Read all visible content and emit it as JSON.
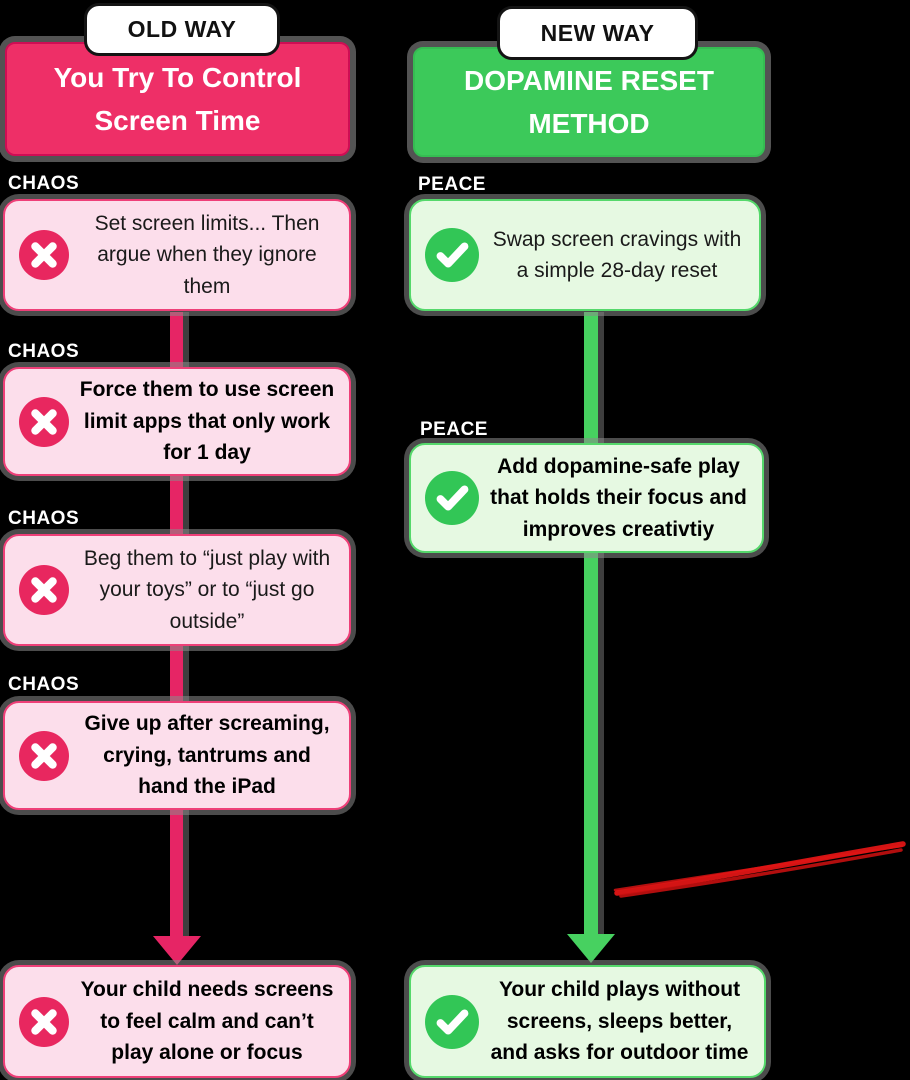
{
  "old_way": {
    "badge": "OLD WAY",
    "title": "You Try To Control Screen Time",
    "step_label": "CHAOS",
    "steps": [
      "Set screen limits... Then argue when they ignore them",
      "Force them to use screen limit apps that only work for 1 day",
      "Beg them to “just play with your toys” or to “just go outside”",
      "Give up after screaming, crying, tantrums and hand the iPad"
    ],
    "outcome": "Your child needs screens to feel calm and can’t play alone or focus"
  },
  "new_way": {
    "badge": "NEW WAY",
    "title": "DOPAMINE RESET METHOD",
    "step_label": "PEACE",
    "steps": [
      "Swap screen cravings with a simple 28-day reset",
      "Add dopamine-safe play that holds their focus and improves creativtiy"
    ],
    "outcome": "Your child plays without screens, sleeps better, and asks for outdoor time"
  },
  "icons": {
    "old": "x-circle-icon",
    "new": "check-circle-icon"
  },
  "colors": {
    "old_header": "#ee2f67",
    "old_box_bg": "#fcdeeb",
    "old_box_border": "#ee3f78",
    "old_icon": "#e8275f",
    "old_line": "#e62565",
    "new_header": "#3cc95a",
    "new_box_bg": "#e6f9e2",
    "new_box_border": "#55d86b",
    "new_icon": "#32c656",
    "new_line": "#47d160",
    "annotation_red": "#d31414",
    "background": "#000000",
    "shadow_gray": "#8a8a8a"
  }
}
